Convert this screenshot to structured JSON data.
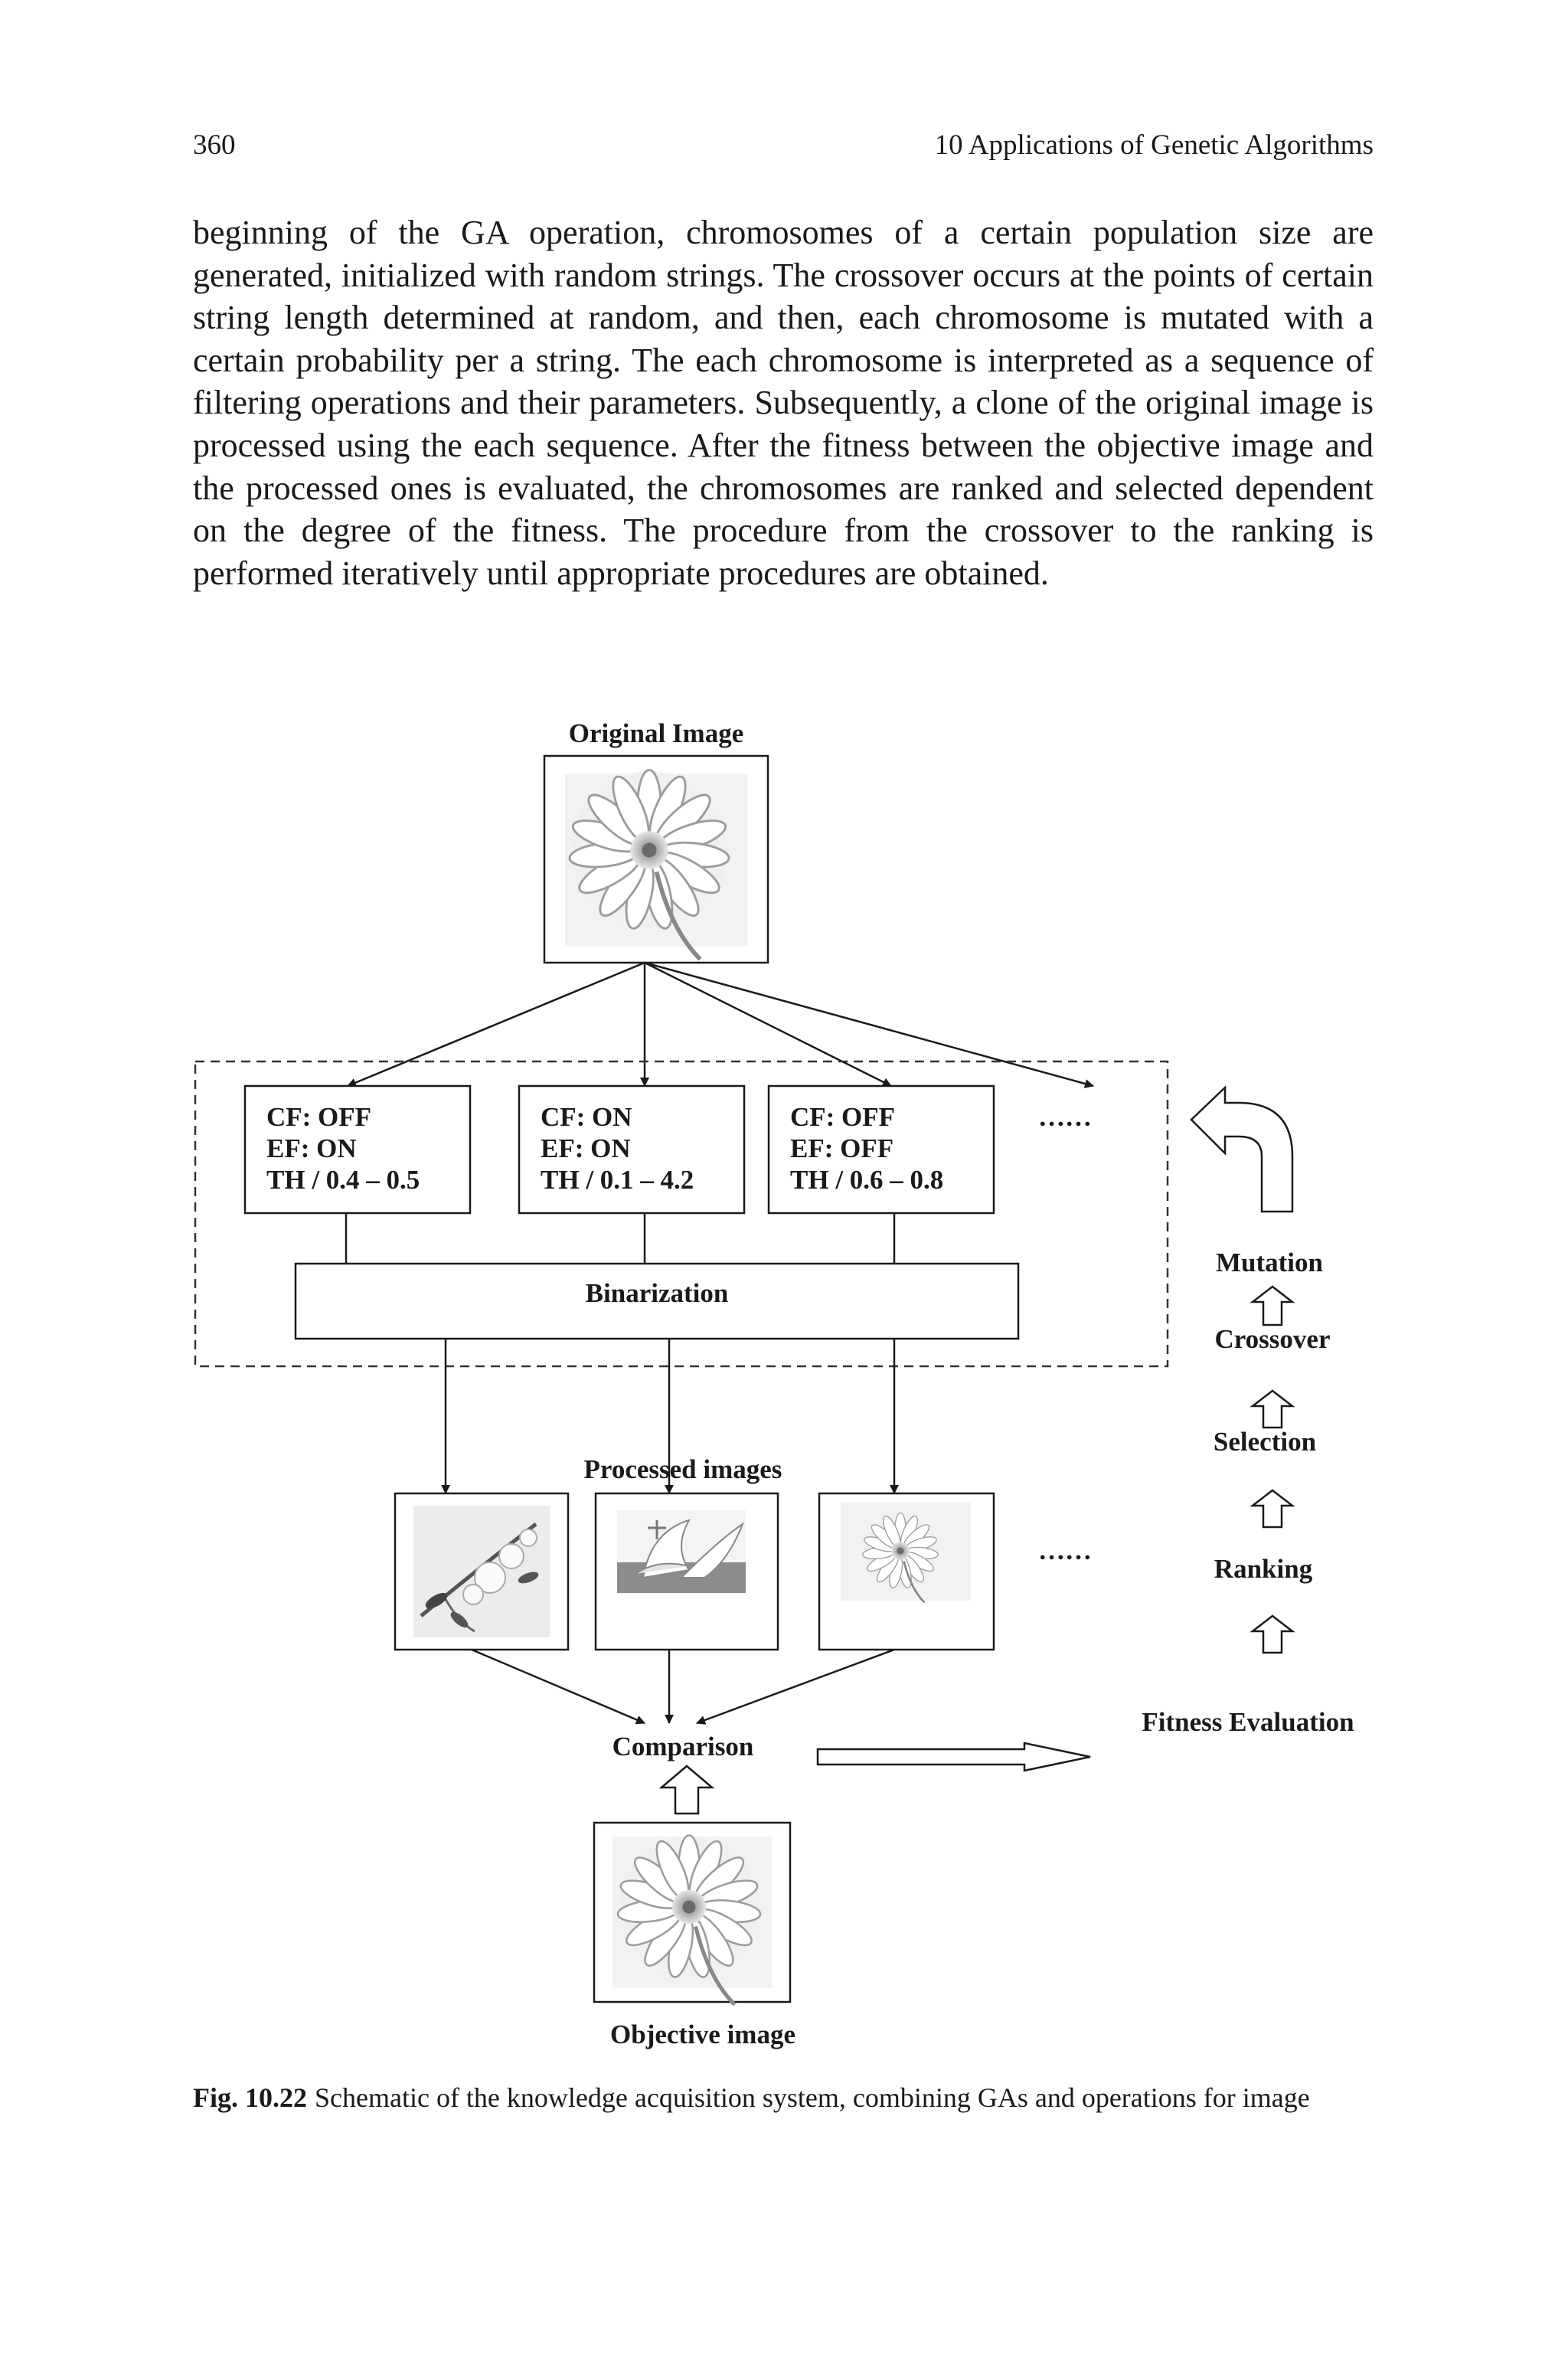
{
  "header": {
    "page_number": "360",
    "running_head": "10  Applications of Genetic Algorithms"
  },
  "body_text": "beginning of the GA operation, chromosomes of a certain population size are generated, initialized with random strings. The crossover occurs at the points of certain string length determined at random, and then, each chromosome is mutated with a certain probability per a string. The each chromosome is interpreted as a sequence of filtering operations and their parameters. Subsequently, a clone of the original image is processed using the each sequence. After the fitness between the objective image and the processed ones is evaluated, the chromosomes are ranked and selected dependent on the degree of the fitness. The procedure from the crossover to the ranking is performed iteratively until appropriate procedures are obtained.",
  "figure": {
    "original_image_label": "Original Image",
    "chromosomes": [
      {
        "cf": "CF: OFF",
        "ef": "EF: ON",
        "th": "TH / 0.4 – 0.5"
      },
      {
        "cf": "CF: ON",
        "ef": "EF: ON",
        "th": "TH / 0.1 – 4.2"
      },
      {
        "cf": "CF: OFF",
        "ef": "EF: OFF",
        "th": "TH / 0.6 – 0.8"
      }
    ],
    "ellipsis": "……",
    "binarization_label": "Binarization",
    "processed_images_label": "Processed images",
    "comparison_label": "Comparison",
    "objective_image_label": "Objective image",
    "ga_steps": [
      "Mutation",
      "Crossover",
      "Selection",
      "Ranking",
      "Fitness Evaluation"
    ]
  },
  "caption": {
    "label": "Fig. 10.22",
    "text": "Schematic of the knowledge acquisition system, combining GAs and operations for image"
  }
}
